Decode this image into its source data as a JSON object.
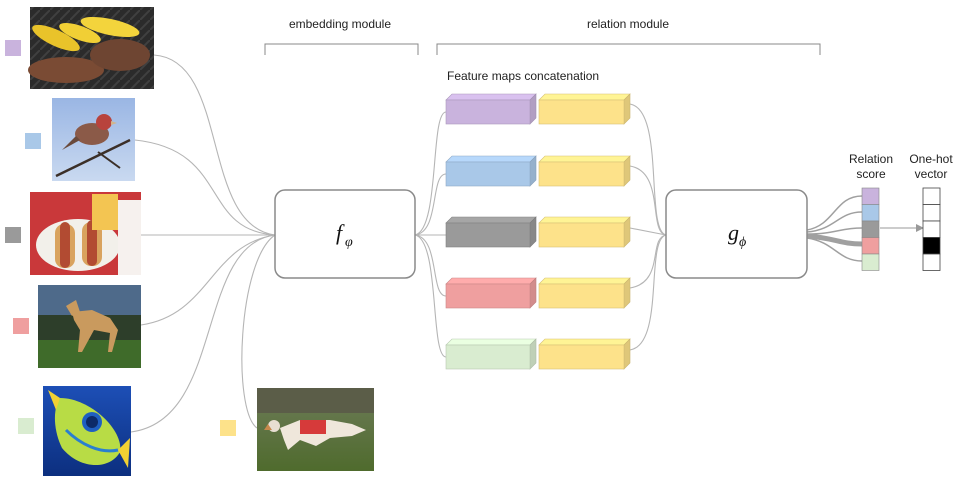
{
  "labels": {
    "embedding_module": "embedding module",
    "relation_module": "relation module",
    "feature_maps": "Feature maps concatenation",
    "relation_score_1": "Relation",
    "relation_score_2": "score",
    "onehot_1": "One-hot",
    "onehot_2": "vector"
  },
  "f_block": {
    "symbol": "f",
    "subscript": "φ"
  },
  "g_block": {
    "symbol": "g",
    "subscript": "ϕ"
  },
  "colors": {
    "purple": "#c9b3dd",
    "blue": "#a9c8e8",
    "gray": "#9a9a9a",
    "red": "#ef9f9f",
    "green": "#d9ecd0",
    "yellow": "#fde28a",
    "line": "#b0b0b0"
  },
  "samples": [
    {
      "name": "grilled-corn-steak-photo",
      "color": "purple"
    },
    {
      "name": "bird-photo",
      "color": "blue"
    },
    {
      "name": "hotdog-photo",
      "color": "gray"
    },
    {
      "name": "dog-standing-photo",
      "color": "red"
    },
    {
      "name": "tropical-fish-photo",
      "color": "green"
    }
  ],
  "query": {
    "name": "running-dog-photo",
    "color": "yellow"
  },
  "onehot_active_index": 3
}
